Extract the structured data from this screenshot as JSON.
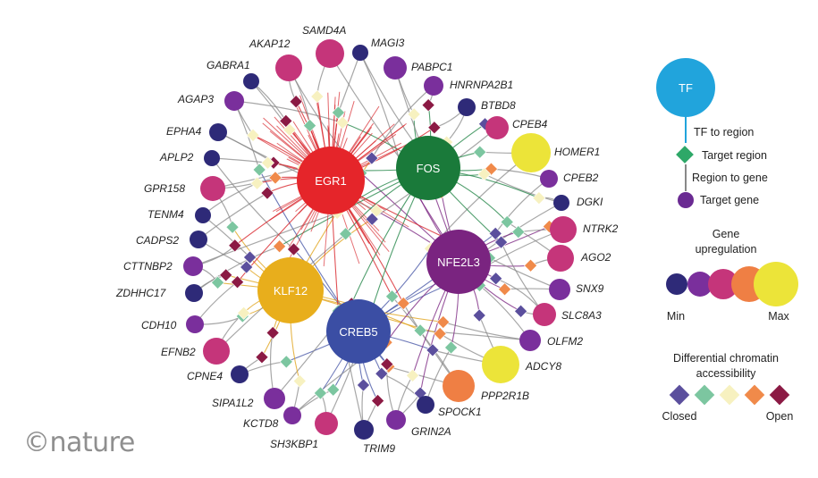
{
  "colors": {
    "tf": {
      "EGR1": "#e5252a",
      "FOS": "#1a7a3a",
      "NFE2L3": "#7a2480",
      "KLF12": "#e8ae1c",
      "CREB5": "#3b4ea4",
      "TF": "#21a4dc"
    },
    "upregulation": [
      "#2e2a78",
      "#7a2f9c",
      "#c5357a",
      "#ef7f44",
      "#ece439"
    ],
    "accessibility": [
      "#5b4f9d",
      "#7cc6a0",
      "#f7f1c0",
      "#f08a4a",
      "#8b1a44"
    ]
  },
  "tfs": [
    {
      "id": "EGR1",
      "label": "EGR1"
    },
    {
      "id": "FOS",
      "label": "FOS"
    },
    {
      "id": "NFE2L3",
      "label": "NFE2L3"
    },
    {
      "id": "KLF12",
      "label": "KLF12"
    },
    {
      "id": "CREB5",
      "label": "CREB5"
    }
  ],
  "genes": [
    {
      "name": "SAMD4A",
      "level": 3,
      "tf": "EGR1"
    },
    {
      "name": "AKAP12",
      "level": 3,
      "tf": "EGR1"
    },
    {
      "name": "MAGI3",
      "level": 1,
      "tf": "EGR1"
    },
    {
      "name": "GABRA1",
      "level": 1,
      "tf": "EGR1"
    },
    {
      "name": "PABPC1",
      "level": 2,
      "tf": "FOS"
    },
    {
      "name": "AGAP3",
      "level": 2,
      "tf": "EGR1"
    },
    {
      "name": "HNRNPA2B1",
      "level": 2,
      "tf": "FOS"
    },
    {
      "name": "BTBD8",
      "level": 1,
      "tf": "FOS"
    },
    {
      "name": "EPHA4",
      "level": 1,
      "tf": "EGR1"
    },
    {
      "name": "CPEB4",
      "level": 3,
      "tf": "FOS"
    },
    {
      "name": "HOMER1",
      "level": 5,
      "tf": "FOS"
    },
    {
      "name": "APLP2",
      "level": 1,
      "tf": "EGR1"
    },
    {
      "name": "CPEB2",
      "level": 2,
      "tf": "FOS"
    },
    {
      "name": "GPR158",
      "level": 3,
      "tf": "EGR1"
    },
    {
      "name": "DGKI",
      "level": 1,
      "tf": "FOS"
    },
    {
      "name": "TENM4",
      "level": 1,
      "tf": "KLF12"
    },
    {
      "name": "NTRK2",
      "level": 3,
      "tf": "NFE2L3"
    },
    {
      "name": "CADPS2",
      "level": 1,
      "tf": "KLF12"
    },
    {
      "name": "AGO2",
      "level": 3,
      "tf": "NFE2L3"
    },
    {
      "name": "CTTNBP2",
      "level": 2,
      "tf": "KLF12"
    },
    {
      "name": "SNX9",
      "level": 2,
      "tf": "NFE2L3"
    },
    {
      "name": "ZDHHC17",
      "level": 1,
      "tf": "KLF12"
    },
    {
      "name": "SLC8A3",
      "level": 3,
      "tf": "NFE2L3"
    },
    {
      "name": "CDH10",
      "level": 2,
      "tf": "KLF12"
    },
    {
      "name": "OLFM2",
      "level": 2,
      "tf": "NFE2L3"
    },
    {
      "name": "EFNB2",
      "level": 3,
      "tf": "KLF12"
    },
    {
      "name": "ADCY8",
      "level": 5,
      "tf": "NFE2L3"
    },
    {
      "name": "CPNE4",
      "level": 1,
      "tf": "KLF12"
    },
    {
      "name": "PPP2R1B",
      "level": 4,
      "tf": "CREB5"
    },
    {
      "name": "SIPA1L2",
      "level": 2,
      "tf": "KLF12"
    },
    {
      "name": "SPOCK1",
      "level": 1,
      "tf": "CREB5"
    },
    {
      "name": "KCTD8",
      "level": 2,
      "tf": "CREB5"
    },
    {
      "name": "GRIN2A",
      "level": 2,
      "tf": "CREB5"
    },
    {
      "name": "SH3KBP1",
      "level": 3,
      "tf": "CREB5"
    },
    {
      "name": "TRIM9",
      "level": 1,
      "tf": "CREB5"
    }
  ],
  "legend": {
    "tf_node": "TF",
    "tf_to_region": "TF to region",
    "target_region": "Target region",
    "region_to_gene": "Region to gene",
    "target_gene": "Target gene",
    "gene_upregulation_title": [
      "Gene",
      "upregulation"
    ],
    "upregulation_min": "Min",
    "upregulation_max": "Max",
    "accessibility_title": [
      "Differential chromatin",
      "accessibility"
    ],
    "accessibility_closed": "Closed",
    "accessibility_open": "Open"
  },
  "watermark": "©nature"
}
